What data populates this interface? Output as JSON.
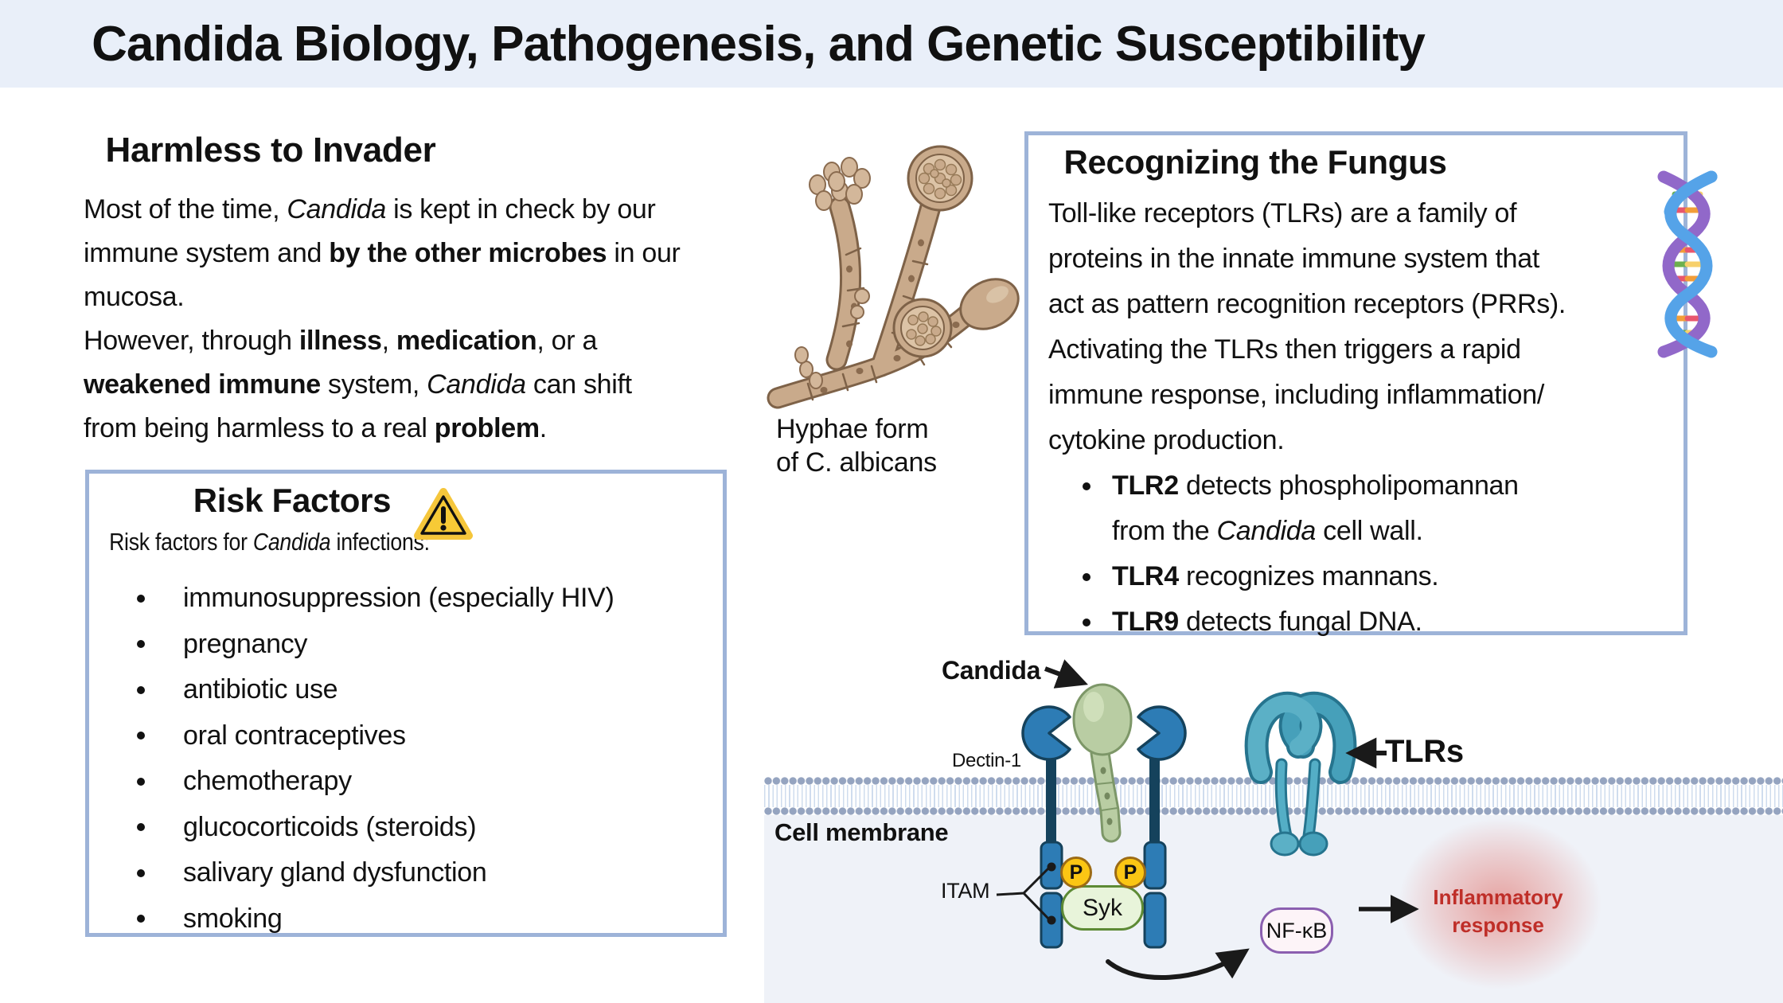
{
  "title": "Candida Biology, Pathogenesis, and Genetic Susceptibility",
  "left": {
    "heading": "Harmless to Invader",
    "l1a": "Most of the time, ",
    "l1b": "Candida",
    "l1c": " is kept in check by our",
    "l2a": "immune system and ",
    "l2b": "by the other microbes",
    "l2c": " in our",
    "l3a": "mucosa.",
    "l4a": "However, through ",
    "l4b": "illness",
    "l4c": ", ",
    "l4d": "medication",
    "l4e": ", or a",
    "l5a": "weakened immune",
    "l5b": " system, ",
    "l5c": "Candida",
    "l5d": " can shift",
    "l6a": "from being harmless to a real ",
    "l6b": "problem",
    "l6c": "."
  },
  "risk": {
    "title": "Risk Factors",
    "sub_a": "Risk factors for ",
    "sub_b": "Candida",
    "sub_c": " infections:",
    "items": [
      "immunosuppression (especially HIV)",
      "pregnancy",
      "antibiotic use",
      "oral contraceptives",
      "chemotherapy",
      "glucocorticoids (steroids)",
      "salivary gland dysfunction",
      "smoking"
    ]
  },
  "hyphae": {
    "caption_line1": "Hyphae form",
    "caption_line2": "of C. albicans"
  },
  "recognize": {
    "title": "Recognizing the Fungus",
    "body_lines": [
      "Toll-like receptors (TLRs) are a family of",
      "proteins in the innate immune system that",
      "act as pattern recognition receptors (PRRs).",
      "Activating the TLRs then triggers a rapid",
      "immune response, including inflammation/",
      "cytokine production."
    ],
    "b1a": "TLR2",
    "b1b": " detects phospholipomannan",
    "b1c": "from the ",
    "b1d": "Candida",
    "b1e": " cell wall.",
    "b2a": "TLR4",
    "b2b": " recognizes mannans.",
    "b3a": "TLR9",
    "b3b": " detects fungal DNA."
  },
  "pathway": {
    "candida_label": "Candida",
    "dectin_label": "Dectin-1",
    "membrane_label": "Cell membrane",
    "itam_label": "ITAM",
    "p_label": "P",
    "syk_label": "Syk",
    "nfkb_label": "NF-κB",
    "tlrs_label": "TLRs",
    "inflammatory_line1": "Inflammatory",
    "inflammatory_line2": "response"
  },
  "icons": {
    "warning": "warning-triangle",
    "dna": "dna-double-helix",
    "hyphae": "candida-hyphae-illustration",
    "dectin": "dectin1-receptor",
    "tlr": "tlr-receptor",
    "yeast": "candida-yeast-cell"
  },
  "colors": {
    "title_bar_bg": "#e9eff9",
    "box_border": "#9db3d8",
    "dectin_blue": "#2d7cb5",
    "dectin_dark": "#15425c",
    "tlr_teal": "#54aec6",
    "candida_green": "#b9cda3",
    "hyphae_tan": "#c9aa8b",
    "phosphate_yellow": "#fbc614",
    "syk_green": "#e8f4da",
    "nfkb_purple": "#8b5fb0",
    "inflammatory_red": "#bf2e28",
    "warning_yellow": "#f5c63b",
    "cytoplasm": "#eff2f8"
  }
}
